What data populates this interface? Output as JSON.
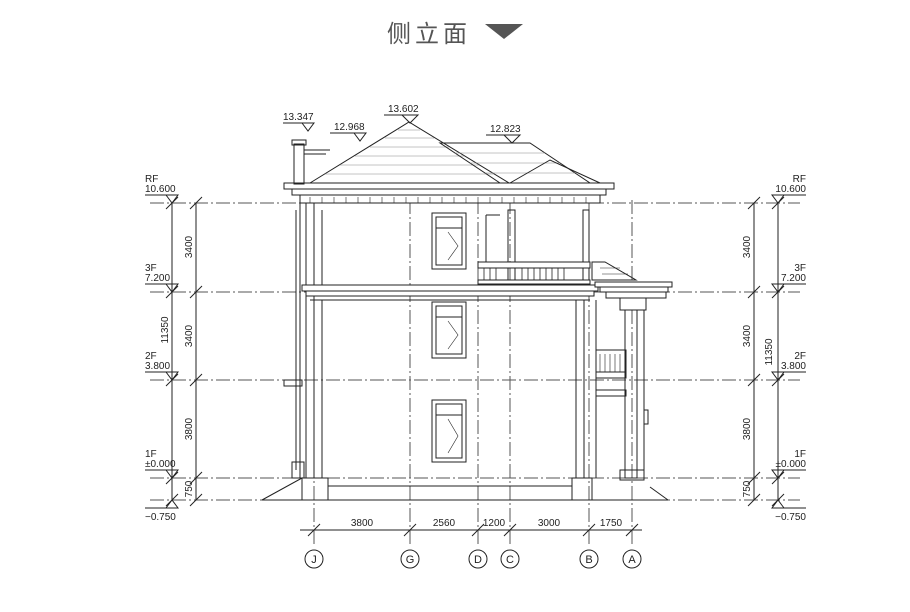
{
  "title": "侧立面",
  "roof_elevations": [
    "13.347",
    "12.968",
    "13.602",
    "12.823"
  ],
  "levels": {
    "rf": {
      "name": "RF",
      "elev": "10.600"
    },
    "f3": {
      "name": "3F",
      "elev": "7.200"
    },
    "f2": {
      "name": "2F",
      "elev": "3.800"
    },
    "f1": {
      "name": "1F",
      "elev": "±0.000"
    },
    "ground": {
      "elev": "−0.750"
    }
  },
  "vertical_dims": {
    "d1": "3400",
    "d2": "3400",
    "d3": "3800",
    "d4": "750",
    "total": "11350"
  },
  "horizontal_dims": [
    "3800",
    "2560",
    "1200",
    "3000",
    "1750"
  ],
  "axes": [
    "J",
    "G",
    "D",
    "C",
    "B",
    "A"
  ]
}
